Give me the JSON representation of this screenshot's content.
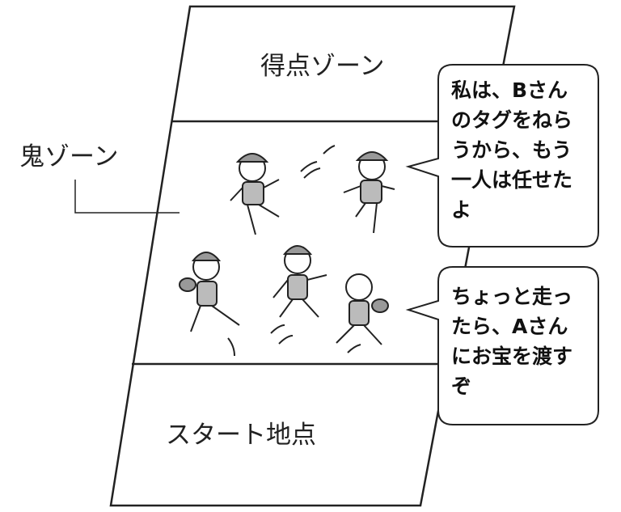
{
  "zones": {
    "score": "得点ゾーン",
    "oni": "鬼ゾーン",
    "start": "スタート地点"
  },
  "bubbles": [
    {
      "lines": [
        "私は、Bさん",
        "のタグをねら",
        "うから、もう",
        "一人は任せた",
        "よ"
      ]
    },
    {
      "lines": [
        "ちょっと走っ",
        "たら、Aさん",
        "にお宝を渡す",
        "ぞ"
      ]
    }
  ],
  "colors": {
    "stroke": "#222222",
    "background": "#ffffff",
    "shirt": "#bbbbbb",
    "cap": "#999999"
  }
}
